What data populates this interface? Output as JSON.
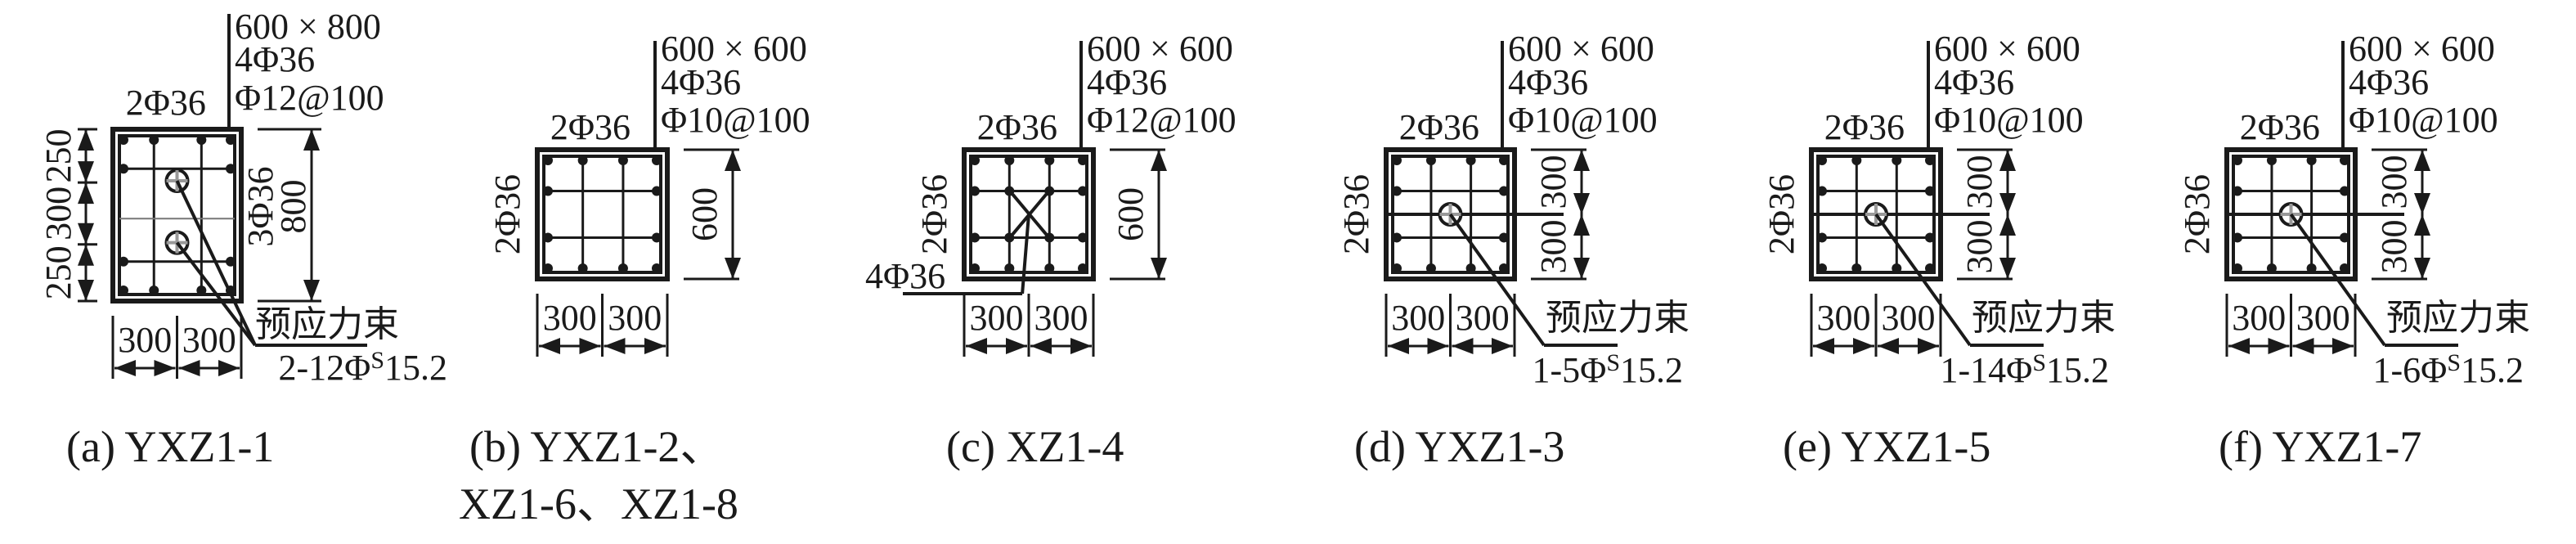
{
  "figure": {
    "panels": [
      {
        "caption": [
          "(a) YXZ1-1"
        ],
        "section": "600 × 800",
        "corner_bars": "4Φ36",
        "stirrup": "Φ12@100",
        "top_bars": "2Φ36",
        "side_bars": "3Φ36",
        "height_dim": "800",
        "left_dims": [
          "250",
          "300",
          "250"
        ],
        "width_dims": [
          "300",
          "300"
        ],
        "tendon_label": "预应力束",
        "tendon_spec": {
          "prefix": "2-12Φ",
          "sup": "S",
          "suffix": "15.2"
        }
      },
      {
        "caption": [
          "(b) YXZ1-2、",
          "XZ1-6、XZ1-8"
        ],
        "section": "600 × 600",
        "corner_bars": "4Φ36",
        "stirrup": "Φ10@100",
        "top_bars": "2Φ36",
        "side_bars": "2Φ36",
        "height_dim": "600",
        "width_dims": [
          "300",
          "300"
        ]
      },
      {
        "caption": [
          "(c) XZ1-4"
        ],
        "section": "600 × 600",
        "corner_bars": "4Φ36",
        "stirrup": "Φ12@100",
        "top_bars": "2Φ36",
        "side_bars": "2Φ36",
        "height_dim": "600",
        "width_dims": [
          "300",
          "300"
        ],
        "core_bars": "4Φ36"
      },
      {
        "caption": [
          "(d) YXZ1-3"
        ],
        "section": "600 × 600",
        "corner_bars": "4Φ36",
        "stirrup": "Φ10@100",
        "top_bars": "2Φ36",
        "side_bars": "2Φ36",
        "height_dims": [
          "300",
          "300"
        ],
        "width_dims": [
          "300",
          "300"
        ],
        "tendon_label": "预应力束",
        "tendon_spec": {
          "prefix": "1-5Φ",
          "sup": "S",
          "suffix": "15.2"
        }
      },
      {
        "caption": [
          "(e) YXZ1-5"
        ],
        "section": "600 × 600",
        "corner_bars": "4Φ36",
        "stirrup": "Φ10@100",
        "top_bars": "2Φ36",
        "side_bars": "2Φ36",
        "height_dims": [
          "300",
          "300"
        ],
        "width_dims": [
          "300",
          "300"
        ],
        "tendon_label": "预应力束",
        "tendon_spec": {
          "prefix": "1-14Φ",
          "sup": "S",
          "suffix": "15.2"
        }
      },
      {
        "caption": [
          "(f) YXZ1-7"
        ],
        "section": "600 × 600",
        "corner_bars": "4Φ36",
        "stirrup": "Φ10@100",
        "top_bars": "2Φ36",
        "side_bars": "2Φ36",
        "height_dims": [
          "300",
          "300"
        ],
        "width_dims": [
          "300",
          "300"
        ],
        "tendon_label": "预应力束",
        "tendon_spec": {
          "prefix": "1-6Φ",
          "sup": "S",
          "suffix": "15.2"
        }
      }
    ]
  }
}
